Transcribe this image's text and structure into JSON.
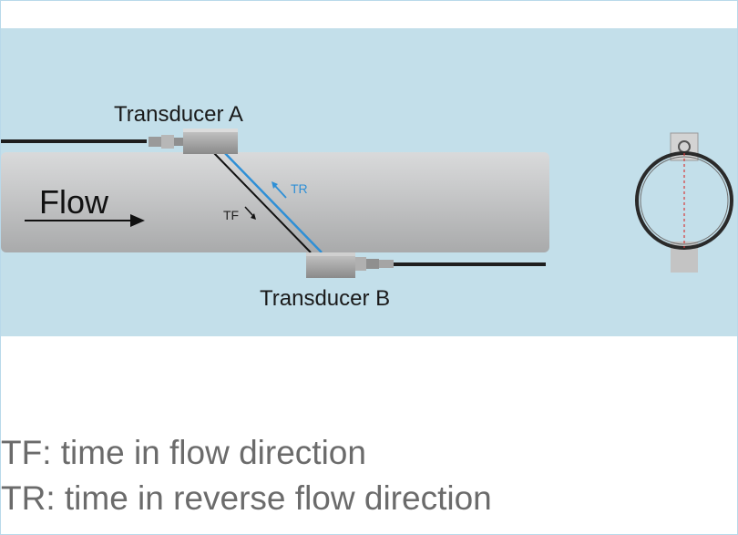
{
  "labels": {
    "transducer_a": "Transducer A",
    "transducer_b": "Transducer B",
    "flow": "Flow",
    "tf": "TF",
    "tr": "TR"
  },
  "legend": {
    "tf": "TF: time in flow direction",
    "tr": "TR: time in reverse flow direction"
  },
  "colors": {
    "background_panel": "#c3dfea",
    "forward_path": "#111111",
    "reverse_path": "#2e8fd6",
    "legend_text": "#6b6b6b"
  }
}
